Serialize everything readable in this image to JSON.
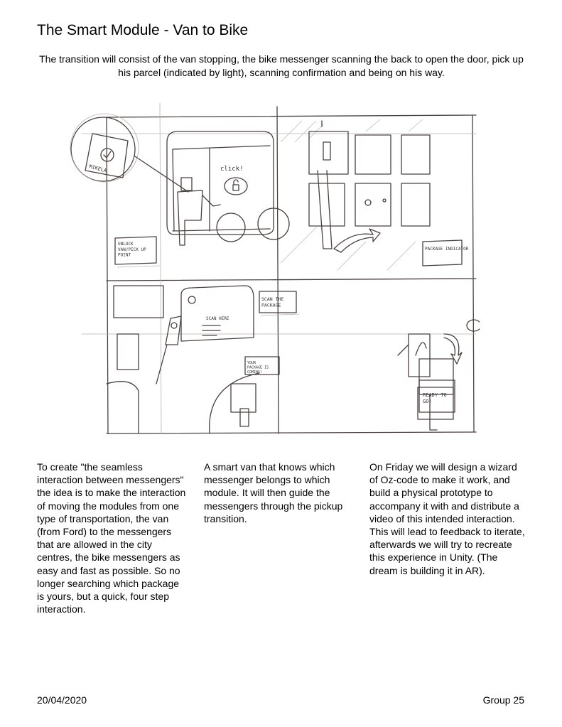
{
  "header": {
    "title": "The Smart Module - Van to Bike"
  },
  "intro": "The transition will consist of the van stopping, the bike messenger scanning the back to open the door, pick up his parcel (indicated by light), scanning confirmation and being on his way.",
  "sketch": {
    "panel1": {
      "badge_name": "MIKELA",
      "sound": "click!",
      "caption": "UNLOCK VAN/PICK UP POINT"
    },
    "panel2": {
      "caption": "PACKAGE INDICATOR"
    },
    "panel3": {
      "caption": "SCAN THE PACKAGE",
      "screen_label": "SCAN HERE",
      "notice": "YOUR PACKAGE IS COMING!"
    },
    "panel4": {
      "caption": "READY TO GO!"
    }
  },
  "columns": [
    "To create \"the seamless interaction between messengers\" the idea is to make the interaction of moving the modules from one type of transportation, the van (from Ford) to the messengers that are allowed in the city centres, the bike messengers as easy and fast as possible. So no longer searching which package is yours, but a quick, four step interaction.",
    "A smart van that knows which messenger belongs to which module. It will then guide the messengers through the pickup transition.",
    "On Friday we will design a wizard of Oz-code to make it work, and build a physical prototype to accompany it with and distribute a video of this intended interaction. This will lead to feedback to iterate, afterwards we will try to recreate this experience in Unity. (The dream is building it in AR)."
  ],
  "footer": {
    "date": "20/04/2020",
    "group": "Group 25"
  }
}
